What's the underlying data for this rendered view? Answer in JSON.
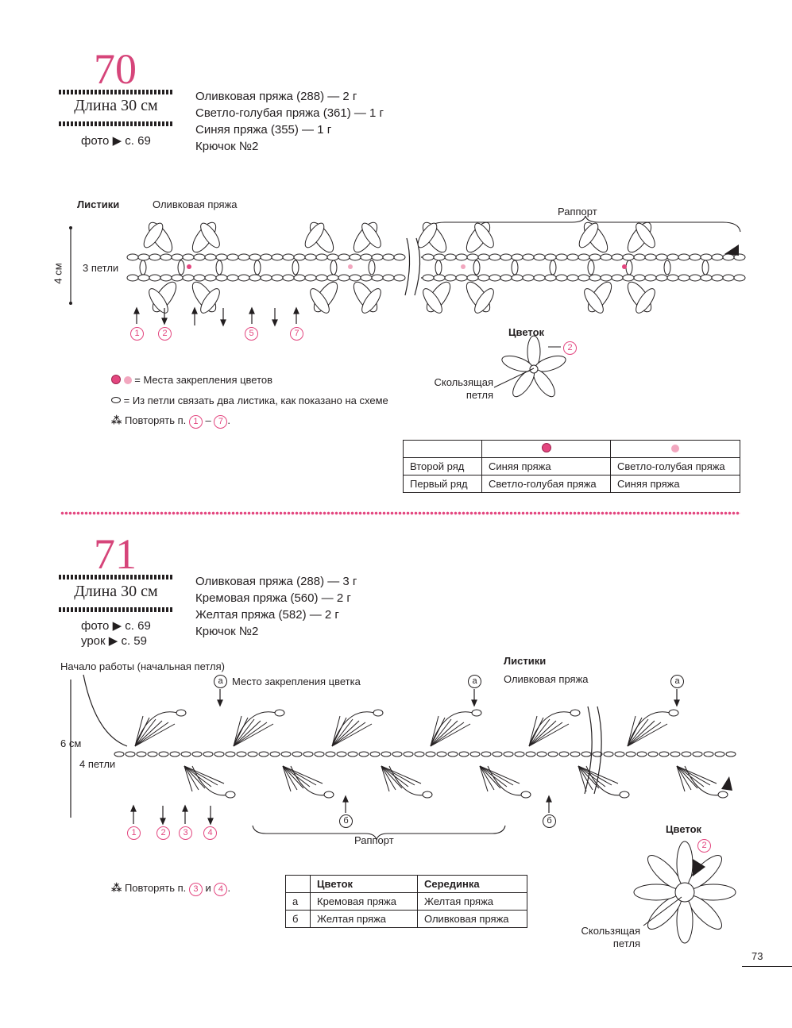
{
  "page_number": "73",
  "p70": {
    "number": "70",
    "length": "Длина 30 см",
    "photo": "фото ▶ с. 69",
    "materials": [
      "Оливковая пряжа (288) — 2 г",
      "Светло-голубая пряжа (361) — 1 г",
      "Синяя пряжа (355) — 1 г",
      "Крючок №2"
    ],
    "leaves_title": "Листики",
    "leaves_yarn": "Оливковая пряжа",
    "rapport": "Раппорт",
    "size": "4 см",
    "loops": "3 петли",
    "row_marks": [
      "1",
      "2",
      "5",
      "7"
    ],
    "flower_title": "Цветок",
    "flower_mark": "2",
    "slip_loop": [
      "Скользящая",
      "петля"
    ],
    "legend": {
      "flowers": "= Места закрепления цветов",
      "loop": "= Из петли связать два листика, как показано на схеме",
      "repeat_prefix": "Повторять п.",
      "repeat_from": "1",
      "repeat_dash": "–",
      "repeat_to": "7",
      "repeat_end": "."
    },
    "table": {
      "rows": [
        [
          "Второй ряд",
          "Синяя пряжа",
          "Светло-голубая пряжа"
        ],
        [
          "Первый ряд",
          "Светло-голубая пряжа",
          "Синяя пряжа"
        ]
      ]
    },
    "colors": {
      "accent": "#d6457a",
      "dot_dark": "#e3467f",
      "dot_light": "#f2a7bf"
    }
  },
  "p71": {
    "number": "71",
    "length": "Длина 30 см",
    "photo": "фото ▶ с. 69",
    "lesson": "урок ▶ с. 59",
    "materials": [
      "Оливковая пряжа (288) — 3 г",
      "Кремовая пряжа (560) — 2 г",
      "Желтая пряжа (582) — 2 г",
      "Крючок №2"
    ],
    "start": "Начало работы (начальная петля)",
    "attach": "Место закрепления цветка",
    "leaves_title": "Листики",
    "leaves_yarn": "Оливковая пряжа",
    "size": "6 см",
    "loops": "4 петли",
    "row_marks": [
      "1",
      "2",
      "3",
      "4"
    ],
    "mark_a": "а",
    "mark_b": "б",
    "rapport": "Раппорт",
    "repeat": {
      "prefix": "Повторять п.",
      "from": "3",
      "and": "и",
      "to": "4",
      "end": "."
    },
    "flower_title": "Цветок",
    "flower_mark": "2",
    "slip_loop": [
      "Скользящая",
      "петля"
    ],
    "table": {
      "header": [
        "",
        "Цветок",
        "Серединка"
      ],
      "rows": [
        [
          "а",
          "Кремовая пряжа",
          "Желтая пряжа"
        ],
        [
          "б",
          "Желтая пряжа",
          "Оливковая пряжа"
        ]
      ]
    }
  }
}
